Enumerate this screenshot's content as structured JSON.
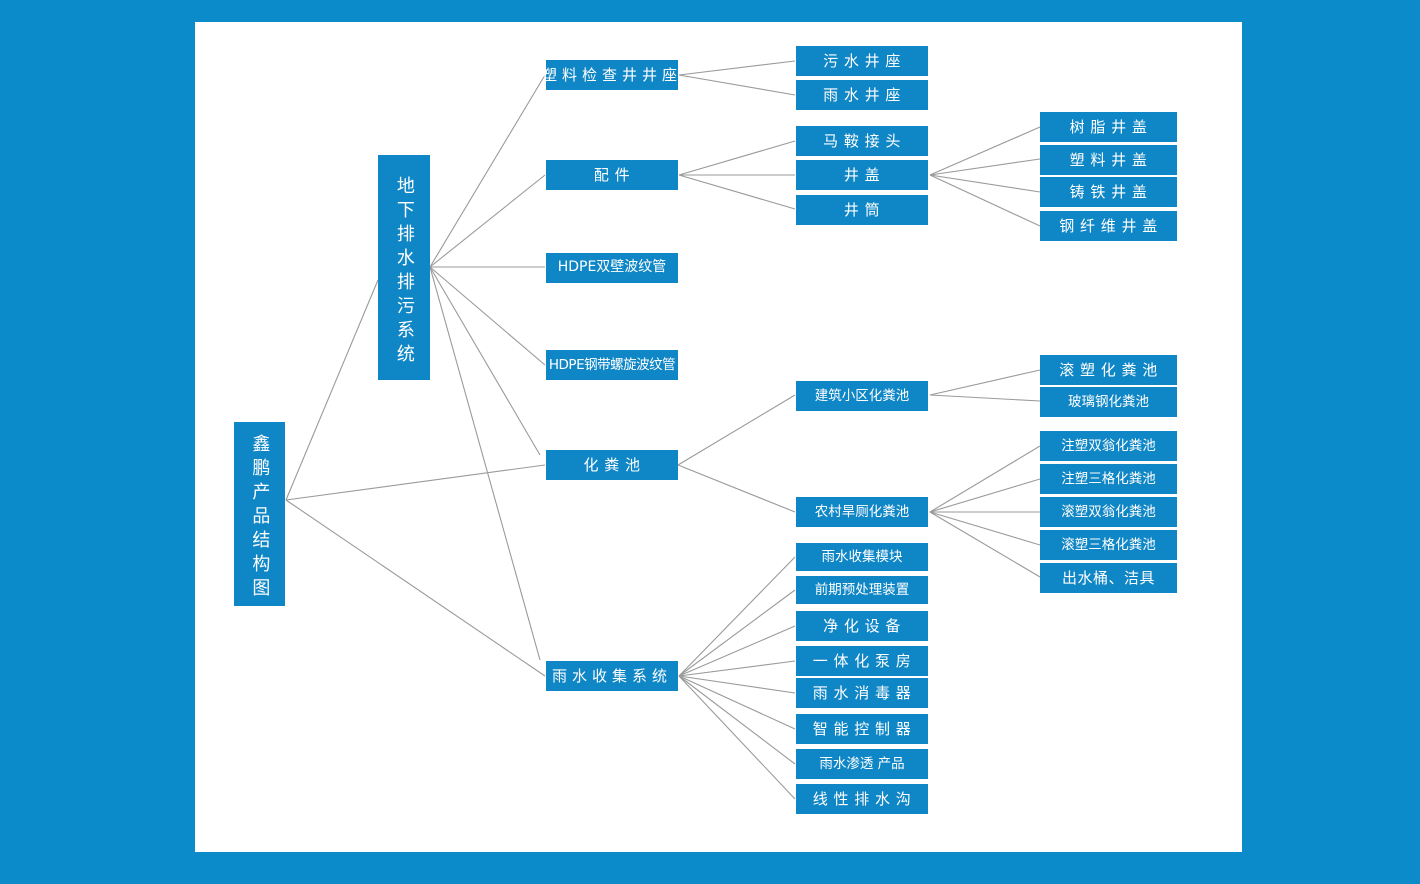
{
  "diagram": {
    "title": "鑫鹏产品结构图",
    "colors": {
      "page_background": "#0b8bc9",
      "panel_background": "#ffffff",
      "node_fill": "#0f86c6",
      "node_text": "#ffffff",
      "connector": "#9a9a9a"
    },
    "root": {
      "label": "鑫鹏产品结构图"
    },
    "level1": [
      {
        "label": "地下排水排污系统"
      }
    ],
    "level2": [
      {
        "label": "塑料检查井井座"
      },
      {
        "label": "配    件"
      },
      {
        "label": "HDPE双壁波纹管"
      },
      {
        "label": "HDPE钢带螺旋波纹管"
      },
      {
        "label": "化  粪  池"
      },
      {
        "label": "雨水收集系统"
      }
    ],
    "level3": {
      "plastic_inspection_well_base": [
        {
          "label": "污 水 井 座"
        },
        {
          "label": "雨 水 井 座"
        }
      ],
      "fittings": [
        {
          "label": "马 鞍 接 头"
        },
        {
          "label": "井      盖"
        },
        {
          "label": "井      筒"
        }
      ],
      "septic_tank": [
        {
          "label": "建筑小区化粪池"
        },
        {
          "label": "农村旱厕化粪池"
        }
      ],
      "rainwater_collection_system": [
        {
          "label": "雨水收集模块"
        },
        {
          "label": "前期预处理装置"
        },
        {
          "label": "净 化 设 备"
        },
        {
          "label": "一 体 化 泵 房"
        },
        {
          "label": "雨 水 消 毒 器"
        },
        {
          "label": "智 能 控 制 器"
        },
        {
          "label": "雨水渗透 产品"
        },
        {
          "label": "线 性 排 水 沟"
        }
      ]
    },
    "level4": {
      "manhole_cover": [
        {
          "label": "树 脂 井 盖"
        },
        {
          "label": "塑 料 井 盖"
        },
        {
          "label": "铸 铁 井 盖"
        },
        {
          "label": "钢 纤 维 井 盖"
        }
      ],
      "residential_septic_tank": [
        {
          "label": "滚 塑 化 粪 池"
        },
        {
          "label": "玻璃钢化粪池"
        }
      ],
      "rural_toilet_septic_tank": [
        {
          "label": "注塑双翁化粪池"
        },
        {
          "label": "注塑三格化粪池"
        },
        {
          "label": "滚塑双翁化粪池"
        },
        {
          "label": "滚塑三格化粪池"
        },
        {
          "label": "出水桶、洁具"
        }
      ]
    }
  }
}
